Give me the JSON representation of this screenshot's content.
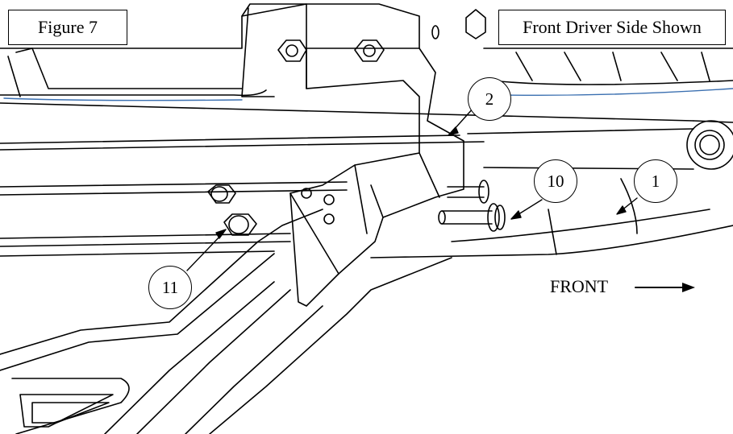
{
  "figure": {
    "label": "Figure 7",
    "view_label": "Front Driver Side Shown",
    "direction_label": "FRONT",
    "callouts": [
      "1",
      "2",
      "10",
      "11"
    ]
  }
}
